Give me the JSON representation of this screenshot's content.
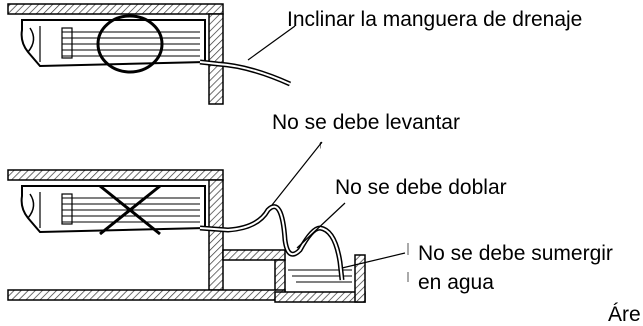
{
  "labels": {
    "incline_drain_hose": "Inclinar la manguera de drenaje",
    "must_not_lift": "No se debe levantar",
    "must_not_bend": "No se debe doblar",
    "must_not_submerge": "No se debe sumergir",
    "in_water": "en agua",
    "area_cut": "Áre"
  },
  "colors": {
    "line": "#000000",
    "hatch": "#555555",
    "background": "#ffffff"
  }
}
